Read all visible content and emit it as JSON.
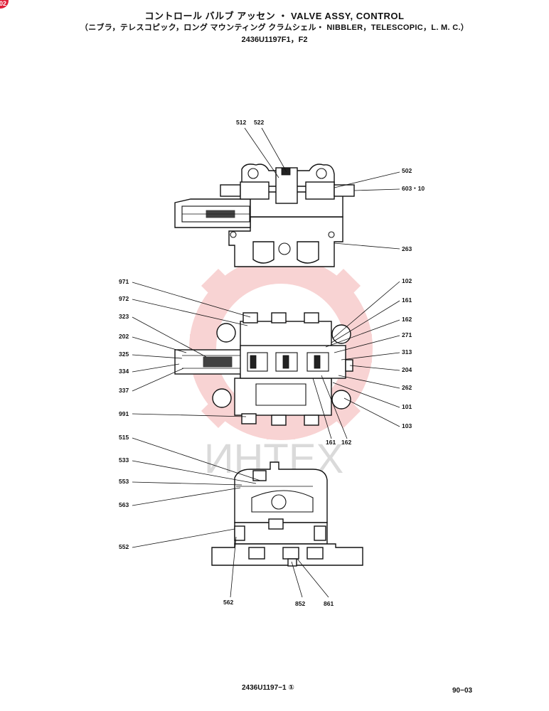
{
  "badge": "02",
  "header": {
    "title": "コントロール バルブ アッセン ・ VALVE ASSY, CONTROL",
    "subtitle": "（ニブラ，テレスコピック，ロング マウンティング クラムシェル・ NIBBLER，TELESCOPIC，L. M. C.）",
    "model": "2436U1197F1，F2"
  },
  "watermark": "ИНТЕХ",
  "footer": {
    "drawing_no": "2436U1197−1 ①",
    "page": "90−03"
  },
  "parts": {
    "top_view": [
      "512",
      "522",
      "502",
      "603・10",
      "263"
    ],
    "middle_view": [
      "971",
      "972",
      "323",
      "202",
      "325",
      "334",
      "337",
      "991",
      "102",
      "161",
      "162",
      "271",
      "313",
      "204",
      "262",
      "101",
      "103",
      "161",
      "162"
    ],
    "bottom_view": [
      "515",
      "533",
      "553",
      "563",
      "552",
      "562",
      "852",
      "861"
    ]
  }
}
